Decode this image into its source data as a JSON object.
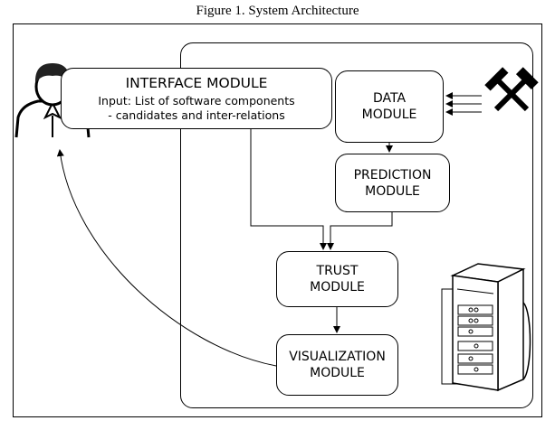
{
  "caption": "Figure 1. System Architecture",
  "interface_module": {
    "title": "INTERFACE MODULE",
    "desc_line1": "Input: List of software components",
    "desc_line2": "- candidates and inter-relations"
  },
  "data_module": {
    "line1": "DATA",
    "line2": "MODULE"
  },
  "prediction_module": {
    "line1": "PREDICTION",
    "line2": "MODULE"
  },
  "trust_module": {
    "line1": "TRUST",
    "line2": "MODULE"
  },
  "visualization_module": {
    "line1": "VISUALIZATION",
    "line2": "MODULE"
  },
  "icons": {
    "user": "user-icon",
    "mining": "hammer-pick-icon",
    "server": "server-rack-icon"
  }
}
